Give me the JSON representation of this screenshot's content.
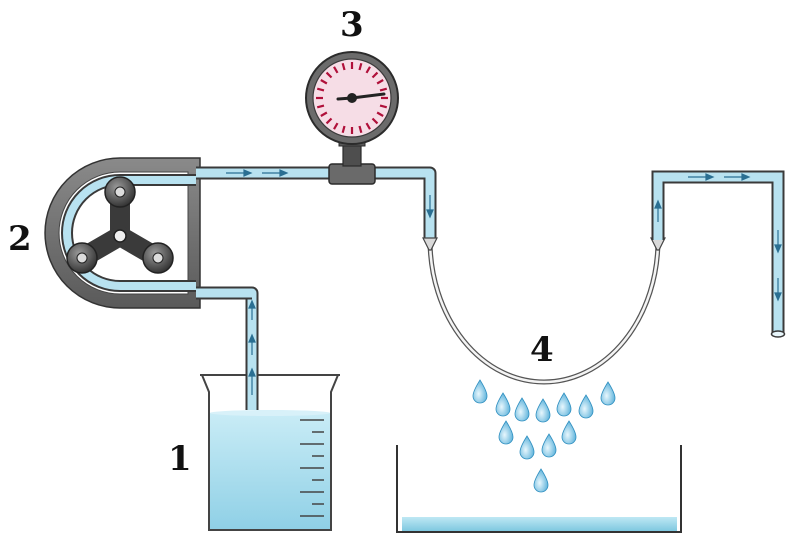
{
  "labels": {
    "beaker": "1",
    "pump": "2",
    "gauge": "3",
    "emitter": "4"
  },
  "icons": {
    "beaker": "beaker-icon",
    "pump": "peristaltic-pump-icon",
    "gauge": "pressure-gauge-icon",
    "tube": "semipermeable-tube-icon",
    "tray": "collection-tray-icon",
    "droplets": "droplet-icon"
  },
  "colors": {
    "liquid": "#a9dcec",
    "tube_fill": "#b8e2f0",
    "pump_body": "#6e6e6e",
    "gauge_face": "#f6dde6",
    "gauge_ticks": "#b0103a"
  }
}
